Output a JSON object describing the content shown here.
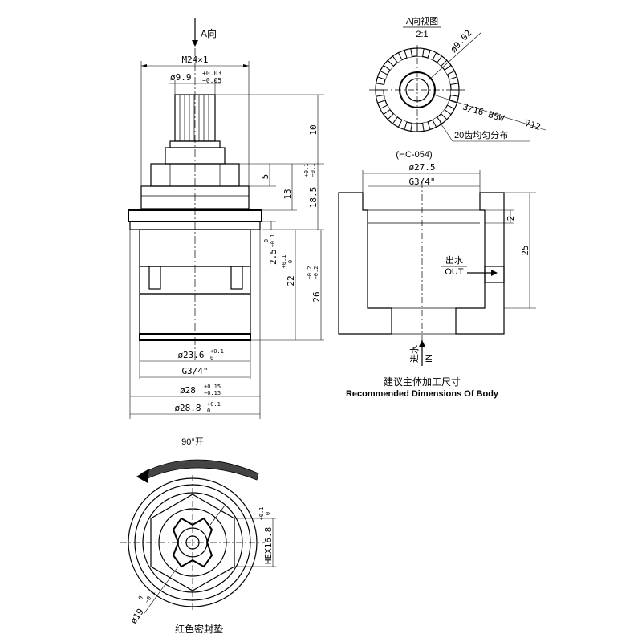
{
  "views": {
    "arrow_label": "A向",
    "view_a_title": "A向视图",
    "view_a_scale": "2:1",
    "body_title": "(HC-054)",
    "body_caption_cn": "建议主体加工尺寸",
    "body_caption_en": "Recommended Dimensions Of Body",
    "rotation_label": "90°开",
    "seal_label": "红色密封垫"
  },
  "dims_main": {
    "thread_top": "M24×1",
    "spline_dia": "ø9.9",
    "spline_tol_up": "+0.03",
    "spline_tol_lo": "−0.05",
    "h_spline": "10",
    "h_hex": "5",
    "h_body": "13",
    "h_185": "18.5",
    "h_185_tol_up": "+0.1",
    "h_185_tol_lo": "−0.1",
    "h_25": "2.5",
    "h_25_tol_up": "0",
    "h_25_tol_lo": "−0.1",
    "h_22": "22",
    "h_22_tol_up": "+0.1",
    "h_22_tol_lo": "0",
    "h_26": "26",
    "h_26_tol_up": "+0.2",
    "h_26_tol_lo": "−0.2",
    "d_236": "ø23.6",
    "d_236_tol_up": "+0.1",
    "d_236_tol_lo": "0",
    "d_g34": "G3/4\"",
    "d_28": "ø28",
    "d_28_tol_up": "+0.15",
    "d_28_tol_lo": "−0.15",
    "d_288": "ø28.8",
    "d_288_tol_up": "+0.1",
    "d_288_tol_lo": "0"
  },
  "dims_view_a": {
    "dia": "ø9.02",
    "thread": "3/16  BSW",
    "depth": "⊽12",
    "teeth": "20齿均匀分布"
  },
  "dims_body": {
    "dia_275": "ø27.5",
    "g34": "G3/4\"",
    "h_2": "2",
    "h_25": "25",
    "out_cn": "出水",
    "out_en": "OUT",
    "in_cn": "进水",
    "in_en": "IN"
  },
  "dims_bottom": {
    "hex": "HEX16.8",
    "hex_tol_up": "+0.1",
    "hex_tol_lo": "0",
    "d19": "ø19",
    "d19_tol_up": "0",
    "d19_tol_lo": "−0.1"
  }
}
